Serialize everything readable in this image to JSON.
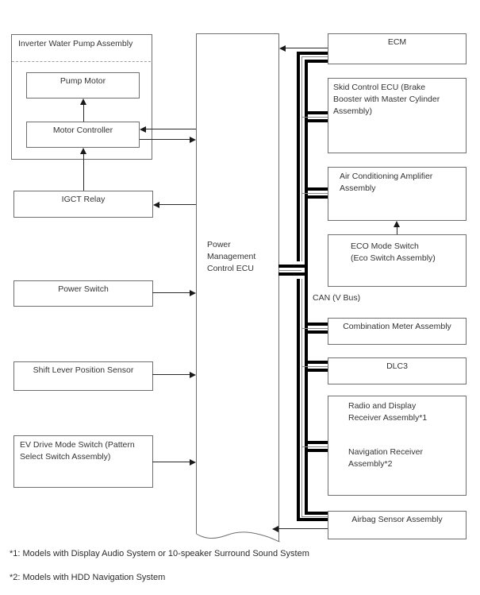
{
  "left": {
    "inverter_title": "Inverter Water Pump Assembly",
    "pump_motor": "Pump Motor",
    "motor_controller": "Motor Controller",
    "igct_relay": "IGCT Relay",
    "power_switch": "Power Switch",
    "shift_lever": "Shift Lever Position Sensor",
    "ev_mode_lines": [
      "EV Drive Mode Switch (Pattern",
      "Select Switch Assembly)"
    ]
  },
  "center": {
    "pmc_lines": [
      "Power",
      "Management",
      "Control ECU"
    ]
  },
  "right": {
    "ecm": "ECM",
    "skid_lines": [
      "Skid Control ECU (Brake",
      "Booster with Master Cylinder",
      "Assembly)"
    ],
    "ac_lines": [
      "Air Conditioning Amplifier",
      "Assembly"
    ],
    "eco_lines": [
      "ECO Mode Switch",
      "(Eco Switch Assembly)"
    ],
    "can_label": "CAN (V Bus)",
    "combination_meter": "Combination Meter Assembly",
    "dlc3": "DLC3",
    "radio_lines": [
      "Radio and Display",
      "Receiver Assembly*1"
    ],
    "nav_lines": [
      "Navigation Receiver",
      "Assembly*2"
    ],
    "airbag": "Airbag Sensor Assembly"
  },
  "footnotes": [
    "*1: Models with Display Audio System or 10-speaker Surround Sound System",
    "*2: Models with HDD Navigation System"
  ],
  "colors": {
    "bus": "#000000",
    "box_border": "#6f6f6f",
    "line": "#2a2a2a"
  }
}
